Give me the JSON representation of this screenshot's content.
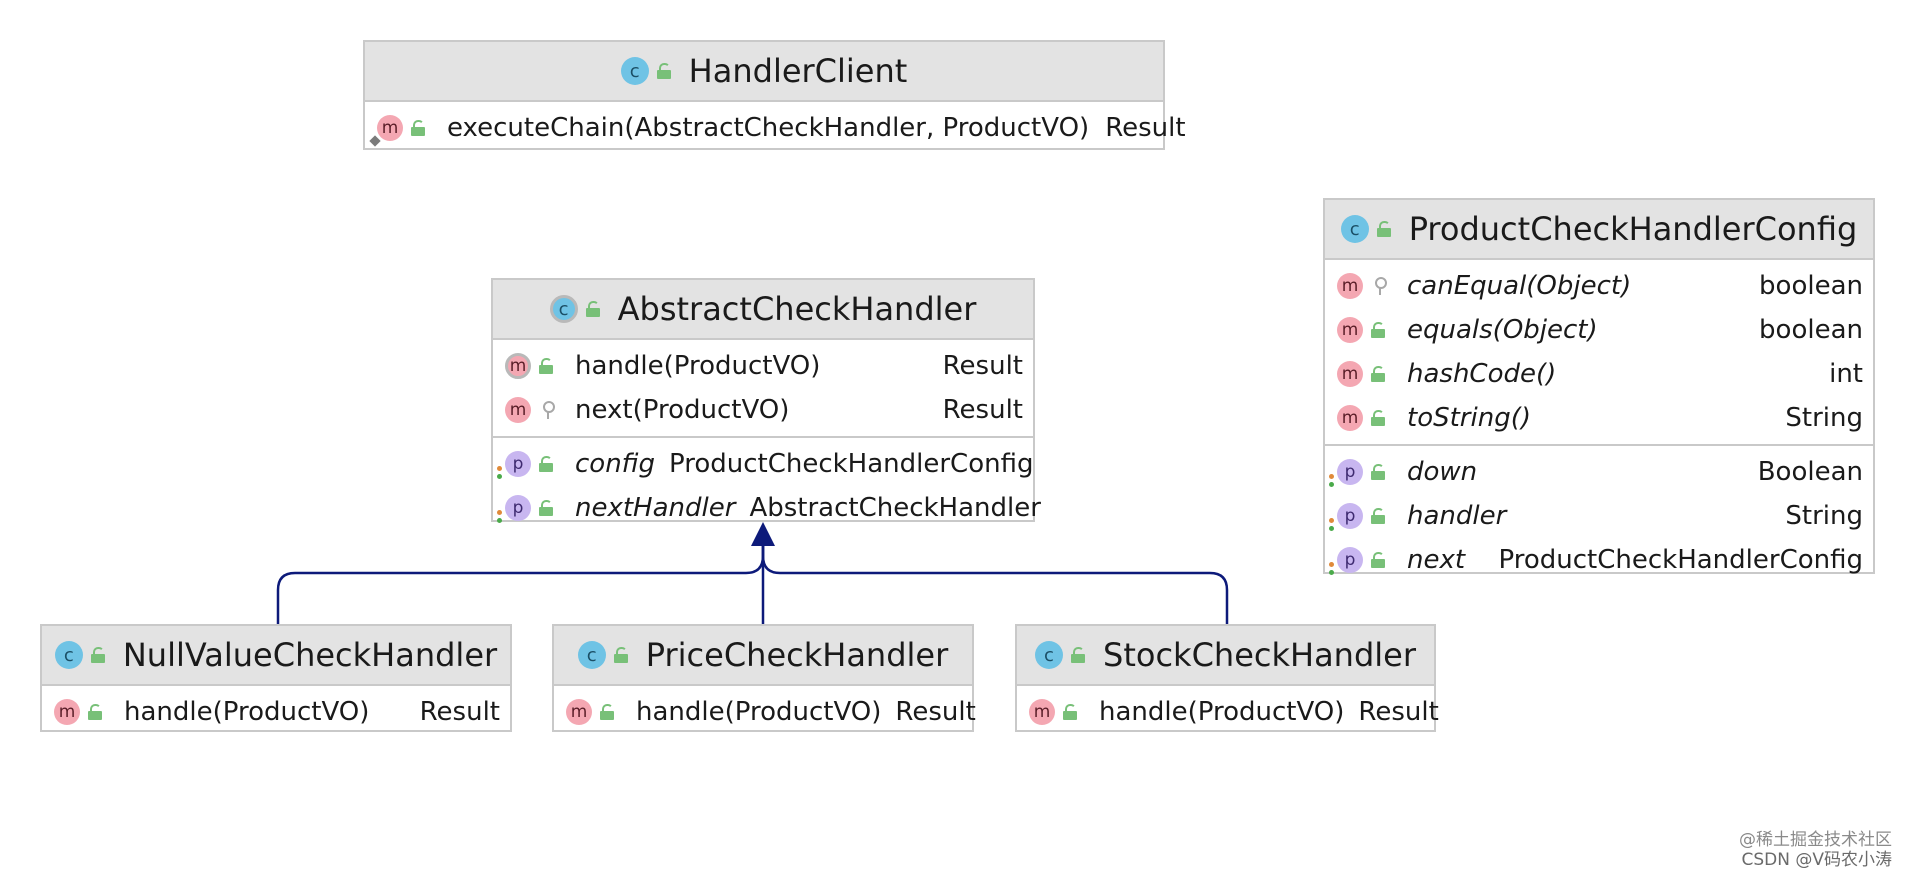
{
  "handler_client": {
    "title": "HandlerClient",
    "methods": [
      {
        "name": "executeChain(AbstractCheckHandler, ProductVO)",
        "type": "Result"
      }
    ]
  },
  "abstract_check_handler": {
    "title": "AbstractCheckHandler",
    "methods": [
      {
        "name": "handle(ProductVO)",
        "type": "Result"
      },
      {
        "name": "next(ProductVO)",
        "type": "Result"
      }
    ],
    "fields": [
      {
        "name": "config",
        "type": "ProductCheckHandlerConfig"
      },
      {
        "name": "nextHandler",
        "type": "AbstractCheckHandler"
      }
    ]
  },
  "product_check_handler_config": {
    "title": "ProductCheckHandlerConfig",
    "methods": [
      {
        "name": "canEqual(Object)",
        "type": "boolean"
      },
      {
        "name": "equals(Object)",
        "type": "boolean"
      },
      {
        "name": "hashCode()",
        "type": "int"
      },
      {
        "name": "toString()",
        "type": "String"
      }
    ],
    "fields": [
      {
        "name": "down",
        "type": "Boolean"
      },
      {
        "name": "handler",
        "type": "String"
      },
      {
        "name": "next",
        "type": "ProductCheckHandlerConfig"
      }
    ]
  },
  "null_value_check_handler": {
    "title": "NullValueCheckHandler",
    "methods": [
      {
        "name": "handle(ProductVO)",
        "type": "Result"
      }
    ]
  },
  "price_check_handler": {
    "title": "PriceCheckHandler",
    "methods": [
      {
        "name": "handle(ProductVO)",
        "type": "Result"
      }
    ]
  },
  "stock_check_handler": {
    "title": "StockCheckHandler",
    "methods": [
      {
        "name": "handle(ProductVO)",
        "type": "Result"
      }
    ]
  },
  "icon_letters": {
    "class": "c",
    "method": "m",
    "property": "p"
  },
  "colors": {
    "edge": "#0d1a7a",
    "class_icon": "#6fc3e5",
    "method_icon": "#f4a7b2",
    "property_icon": "#c8b6f0",
    "public_lock": "#78c078"
  },
  "watermark": {
    "line1": "@稀土掘金技术社区",
    "line2": "CSDN @V码农小涛"
  }
}
